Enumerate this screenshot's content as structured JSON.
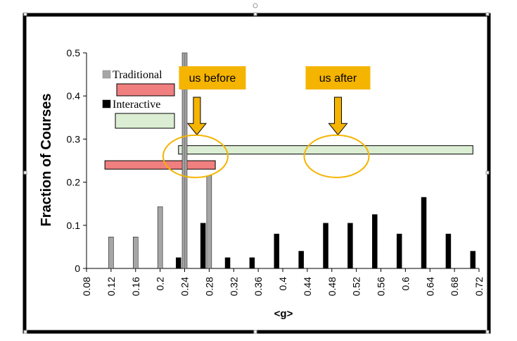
{
  "chart_data": {
    "type": "bar",
    "ylabel": "Fraction of Courses",
    "xlabel": "<g>",
    "ylim": [
      0,
      0.5
    ],
    "xlim": [
      0.08,
      0.72
    ],
    "x_ticks": [
      "0.08",
      "0.12",
      "0.16",
      "0.2",
      "0.24",
      "0.28",
      "0.32",
      "0.36",
      "0.4",
      "0.44",
      "0.48",
      "0.52",
      "0.56",
      "0.6",
      "0.64",
      "0.68",
      "0.72"
    ],
    "y_ticks": [
      "0",
      "0.1",
      "0.2",
      "0.3",
      "0.4",
      "0.5"
    ],
    "series": [
      {
        "name": "Traditional",
        "color": "#a6a6a6",
        "points": [
          {
            "x": 0.12,
            "y": 0.073
          },
          {
            "x": 0.16,
            "y": 0.073
          },
          {
            "x": 0.2,
            "y": 0.143
          },
          {
            "x": 0.24,
            "y": 0.5
          },
          {
            "x": 0.28,
            "y": 0.215
          }
        ]
      },
      {
        "name": "Interactive",
        "color": "#000000",
        "points": [
          {
            "x": 0.23,
            "y": 0.025
          },
          {
            "x": 0.27,
            "y": 0.105
          },
          {
            "x": 0.31,
            "y": 0.025
          },
          {
            "x": 0.35,
            "y": 0.025
          },
          {
            "x": 0.39,
            "y": 0.08
          },
          {
            "x": 0.43,
            "y": 0.04
          },
          {
            "x": 0.47,
            "y": 0.105
          },
          {
            "x": 0.51,
            "y": 0.105
          },
          {
            "x": 0.55,
            "y": 0.125
          },
          {
            "x": 0.59,
            "y": 0.08
          },
          {
            "x": 0.63,
            "y": 0.165
          },
          {
            "x": 0.67,
            "y": 0.08
          },
          {
            "x": 0.71,
            "y": 0.04
          }
        ]
      }
    ],
    "legend_placement": "top-left",
    "range_bars": [
      {
        "series": "Traditional",
        "x_start": 0.11,
        "x_end": 0.29,
        "y": 0.24,
        "color": "#f07f7f"
      },
      {
        "series": "Interactive",
        "x_start": 0.23,
        "x_end": 0.71,
        "y": 0.275,
        "color": "#dbeed3"
      }
    ],
    "annotations": [
      {
        "text": "us before",
        "x": 0.26,
        "arrow_target_y": 0.31,
        "circle_y": 0.26,
        "color": "#f5b400"
      },
      {
        "text": "us after",
        "x": 0.49,
        "arrow_target_y": 0.31,
        "circle_y": 0.26,
        "color": "#f5b400"
      }
    ],
    "vertical_lines": [
      {
        "x": 0.24
      }
    ]
  }
}
